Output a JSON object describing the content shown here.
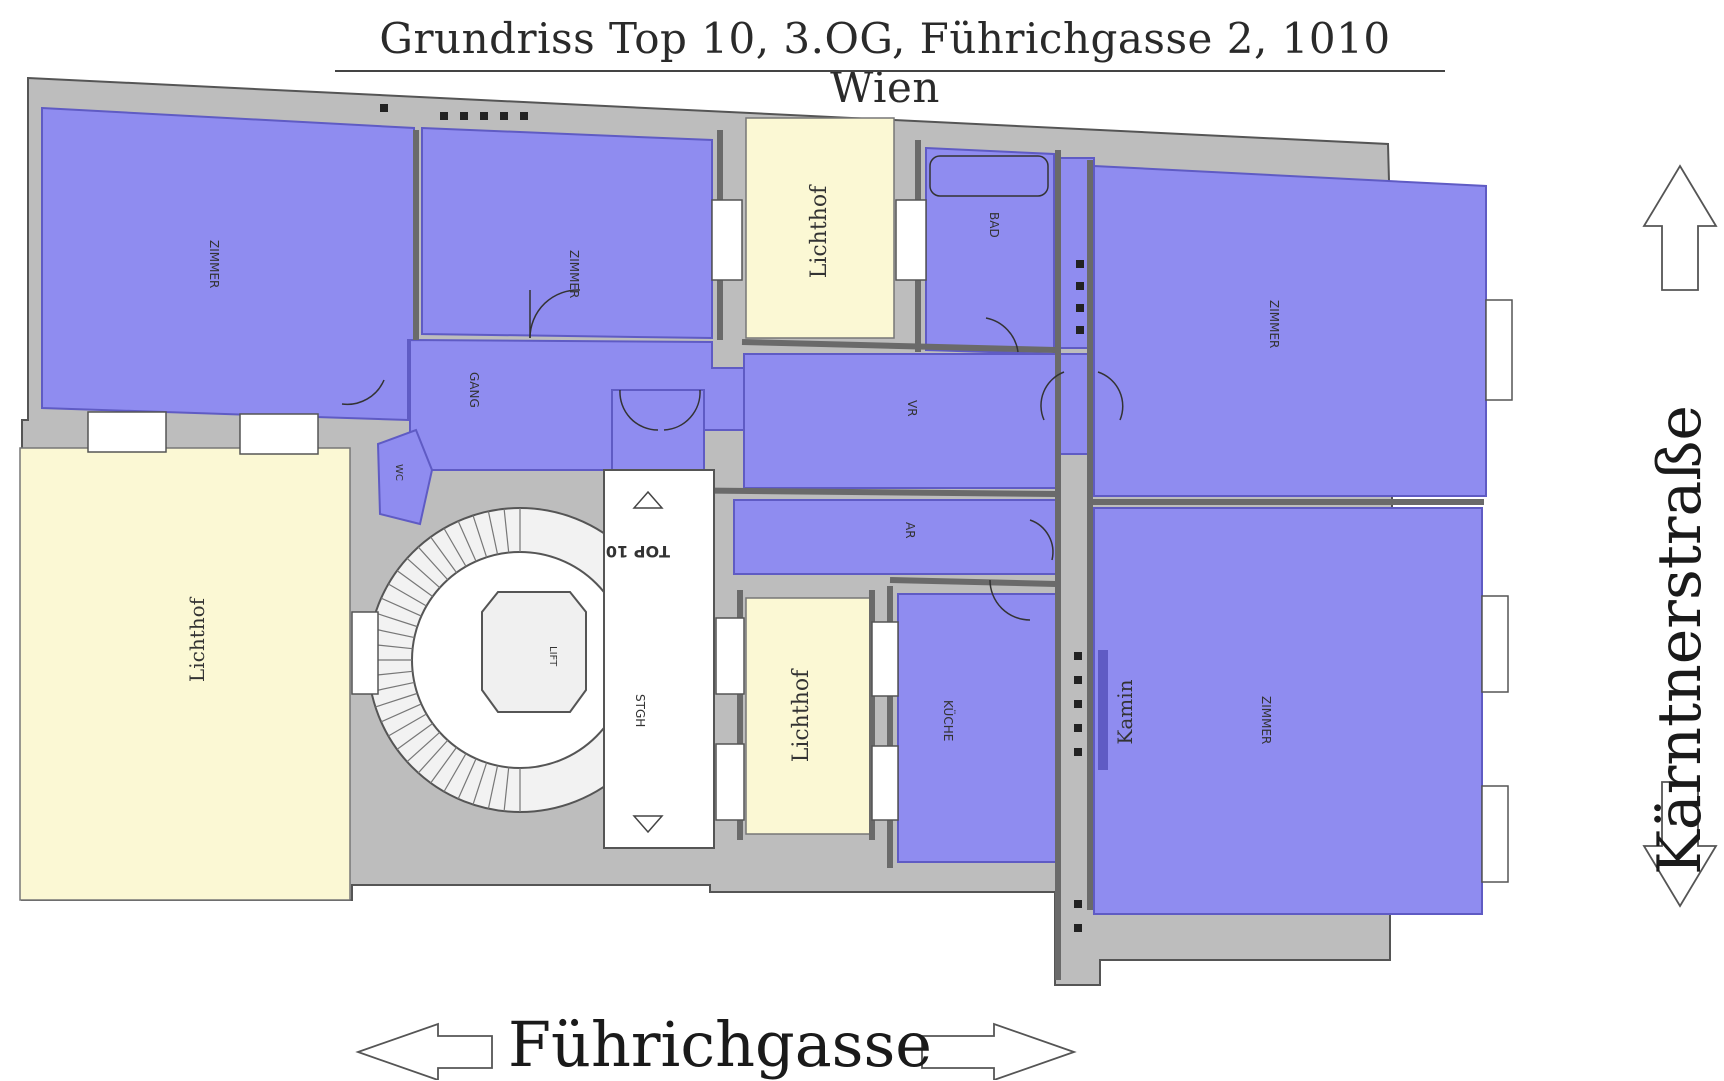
{
  "title": "Grundriss Top 10, 3.OG, Führichgasse 2, 1010 Wien",
  "streets": {
    "bottom": "Führichgasse",
    "right": "Kärntnerstraße"
  },
  "labels": {
    "lichthof_1": "Lichthof",
    "lichthof_2": "Lichthof",
    "lichthof_3": "Lichthof",
    "kamin": "Kamin",
    "zimmer_1": "ZIMMER",
    "zimmer_2": "ZIMMER",
    "zimmer_3": "ZIMMER",
    "zimmer_4": "ZIMMER",
    "bad": "BAD",
    "kueche": "KÜCHE",
    "gang": "GANG",
    "vr": "VR",
    "ar": "AR",
    "wc": "WC",
    "stgh": "STGH",
    "lift": "LIFT",
    "top10": "TOP 10"
  },
  "colors": {
    "room": "#8f8cf0",
    "room_stroke": "#5f5bc4",
    "lichthof": "#fbf8d4",
    "wall": "#bdbdbd",
    "stair": "#ffffff"
  }
}
